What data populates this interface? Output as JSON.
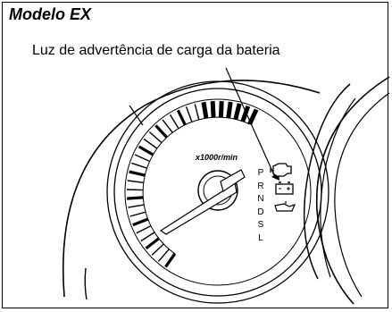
{
  "figure": {
    "model_title": "Modelo EX",
    "callout_label": "Luz de advertência de carga da bateria",
    "tachometer_unit": "x1000r/min",
    "gear_indicator": [
      "P",
      "R",
      "N",
      "D",
      "S",
      "L"
    ],
    "warning_icons": [
      "check-engine-icon",
      "battery-charge-icon",
      "oil-pressure-icon"
    ]
  }
}
